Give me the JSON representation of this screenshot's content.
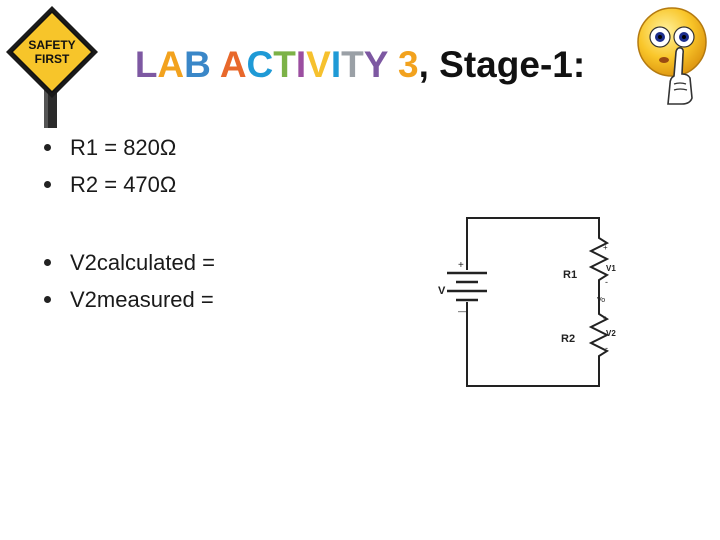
{
  "sign": {
    "line1": "SAFETY",
    "line2": "FIRST"
  },
  "title": {
    "colored_text": "LAB ACTIVITY 3",
    "letter_colors": [
      "#7d58a2",
      "#f2a21e",
      "#3a87c8",
      "#ffffff",
      "#e8682b",
      "#1f9ad6",
      "#7cb247",
      "#9b4ea0",
      "#f6c12e",
      "#1f9ad6",
      "#9aa0a6",
      "#7d58a2",
      "#ffffff",
      "#f2a21e"
    ],
    "rest": ", Stage-1:"
  },
  "resistors": [
    {
      "label": "R1 = 820Ω"
    },
    {
      "label": "R2 = 470Ω"
    }
  ],
  "voltages": [
    {
      "label": "V2calculated ="
    },
    {
      "label": "V2measured ="
    }
  ],
  "circuit": {
    "source_label": "V",
    "source_plus": "+",
    "source_minus": "—",
    "r1_label": "R1",
    "r2_label": "R2",
    "v1_label": "V1",
    "v2_label": "V2",
    "vo_label": "Vo",
    "plus": "+",
    "minus": "-"
  },
  "icons": {
    "sign": "safety-first-sign-icon",
    "emoji": "shush-emoji-icon"
  }
}
